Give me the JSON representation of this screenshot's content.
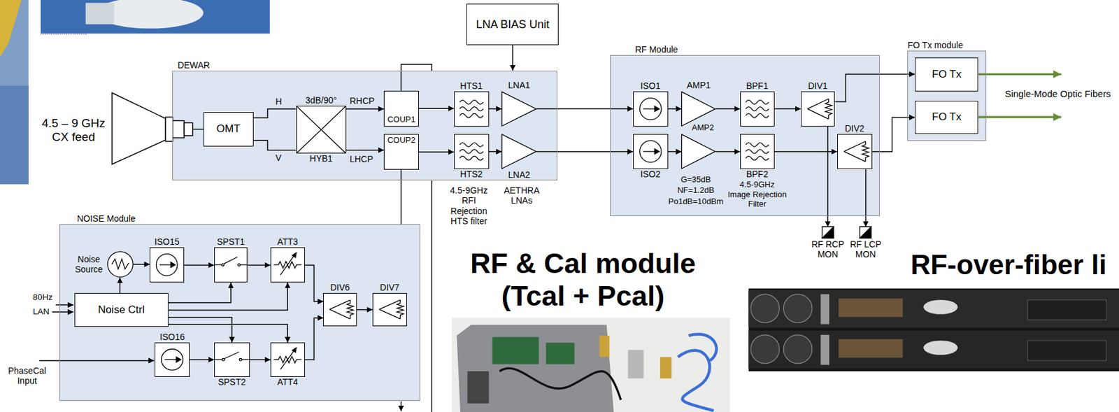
{
  "diagram": {
    "nodes": [
      {
        "text": [
          "DEWAR"
        ]
      },
      {
        "text": [
          "OMT"
        ],
        "in": 0
      },
      {
        "text": [
          "3dB/90°",
          "HYB1"
        ],
        "in": 0
      },
      {
        "text": [
          "COUP1"
        ],
        "in": 0
      },
      {
        "text": [
          "COUP2"
        ],
        "in": 0
      },
      {
        "text": [
          "HTS1"
        ],
        "in": 0
      },
      {
        "text": [
          "HTS2"
        ],
        "in": 0
      },
      {
        "text": [
          "LNA1"
        ],
        "in": 0
      },
      {
        "text": [
          "LNA2"
        ],
        "in": 0
      },
      {
        "text": [
          "LNA BIAS Unit"
        ]
      },
      {
        "text": [
          "RF Module"
        ]
      },
      {
        "text": [
          "ISO1"
        ],
        "in": 10
      },
      {
        "text": [
          "AMP1"
        ],
        "in": 10
      },
      {
        "text": [
          "BPF1"
        ],
        "in": 10
      },
      {
        "text": [
          "DIV1"
        ],
        "in": 10
      },
      {
        "text": [
          "ISO2"
        ],
        "in": 10
      },
      {
        "text": [
          "AMP2"
        ],
        "in": 10
      },
      {
        "text": [
          "BPF2"
        ],
        "in": 10
      },
      {
        "text": [
          "DIV2"
        ],
        "in": 10
      },
      {
        "text": [
          "FO Tx module"
        ]
      },
      {
        "text": [
          "FO Tx"
        ],
        "in": 19
      },
      {
        "text": [
          "FO Tx"
        ],
        "in": 19
      },
      {
        "text": [
          "RF RCP MON"
        ]
      },
      {
        "text": [
          "RF LCP MON"
        ]
      },
      {
        "text": [
          "NOISE Module"
        ]
      },
      {
        "text": [
          "Noise Source"
        ],
        "in": 24
      },
      {
        "text": [
          "ISO15"
        ],
        "in": 24
      },
      {
        "text": [
          "SPST1"
        ],
        "in": 24
      },
      {
        "text": [
          "ATT3"
        ],
        "in": 24
      },
      {
        "text": [
          "Noise Ctrl"
        ],
        "in": 24
      },
      {
        "text": [
          "DIV6"
        ],
        "in": 24
      },
      {
        "text": [
          "DIV7"
        ],
        "in": 24
      },
      {
        "text": [
          "ISO16"
        ],
        "in": 24
      },
      {
        "text": [
          "SPST2"
        ],
        "in": 24
      },
      {
        "text": [
          "ATT4"
        ],
        "in": 24
      }
    ],
    "edges": [
      {
        "from": 9,
        "to": 0,
        "arrow": "to"
      },
      {
        "from": 1,
        "to": 2,
        "label": "H",
        "arrow": "none"
      },
      {
        "from": 1,
        "to": 2,
        "label": "V",
        "arrow": "none"
      },
      {
        "from": 2,
        "to": 3,
        "label": "RHCP",
        "arrow": "to"
      },
      {
        "from": 2,
        "to": 4,
        "label": "LHCP",
        "arrow": "to"
      },
      {
        "from": 3,
        "to": 5,
        "arrow": "to"
      },
      {
        "from": 4,
        "to": 6,
        "arrow": "to"
      },
      {
        "from": 5,
        "to": 7,
        "arrow": "to"
      },
      {
        "from": 6,
        "to": 8,
        "arrow": "to"
      },
      {
        "from": 7,
        "to": 11,
        "arrow": "to"
      },
      {
        "from": 8,
        "to": 15,
        "arrow": "to"
      },
      {
        "from": 11,
        "to": 12,
        "arrow": "to"
      },
      {
        "from": 12,
        "to": 13,
        "arrow": "to"
      },
      {
        "from": 13,
        "to": 14,
        "arrow": "to"
      },
      {
        "from": 15,
        "to": 16,
        "arrow": "to"
      },
      {
        "from": 16,
        "to": 17,
        "arrow": "to"
      },
      {
        "from": 17,
        "to": 18,
        "arrow": "to"
      },
      {
        "from": 14,
        "to": 20,
        "arrow": "to"
      },
      {
        "from": 14,
        "to": 22,
        "arrow": "to"
      },
      {
        "from": 18,
        "to": 21,
        "arrow": "to"
      },
      {
        "from": 18,
        "to": 23,
        "arrow": "to"
      },
      {
        "from": 29,
        "to": 25,
        "arrow": "to"
      },
      {
        "from": 25,
        "to": 26,
        "arrow": "to"
      },
      {
        "from": 26,
        "to": 27,
        "arrow": "to"
      },
      {
        "from": 27,
        "to": 28,
        "arrow": "to"
      },
      {
        "from": 28,
        "to": 30,
        "arrow": "to"
      },
      {
        "from": 29,
        "to": 27,
        "arrow": "to"
      },
      {
        "from": 29,
        "to": 28,
        "arrow": "to"
      },
      {
        "from": 29,
        "to": 33,
        "arrow": "to"
      },
      {
        "from": 29,
        "to": 34,
        "arrow": "to"
      },
      {
        "from": 32,
        "to": 33,
        "arrow": "to"
      },
      {
        "from": 33,
        "to": 34,
        "arrow": "to"
      },
      {
        "from": 34,
        "to": 30,
        "arrow": "to"
      },
      {
        "from": 30,
        "to": 31,
        "arrow": "to"
      }
    ],
    "labels": [
      "4.5 – 9 GHz CX feed",
      "4.5-9GHz RFI Rejection HTS filter",
      "AETHRA LNAs",
      "G=35dB",
      "NF=1.2dB",
      "Po1dB=10dBm",
      "4.5-9GHz",
      "Image Rejection Filter",
      "Single-Mode Optic Fibers",
      "80Hz",
      "LAN",
      "PhaseCal Input",
      "RF & Cal module (Tcal + Pcal)",
      "RF-over-fiber li"
    ]
  }
}
